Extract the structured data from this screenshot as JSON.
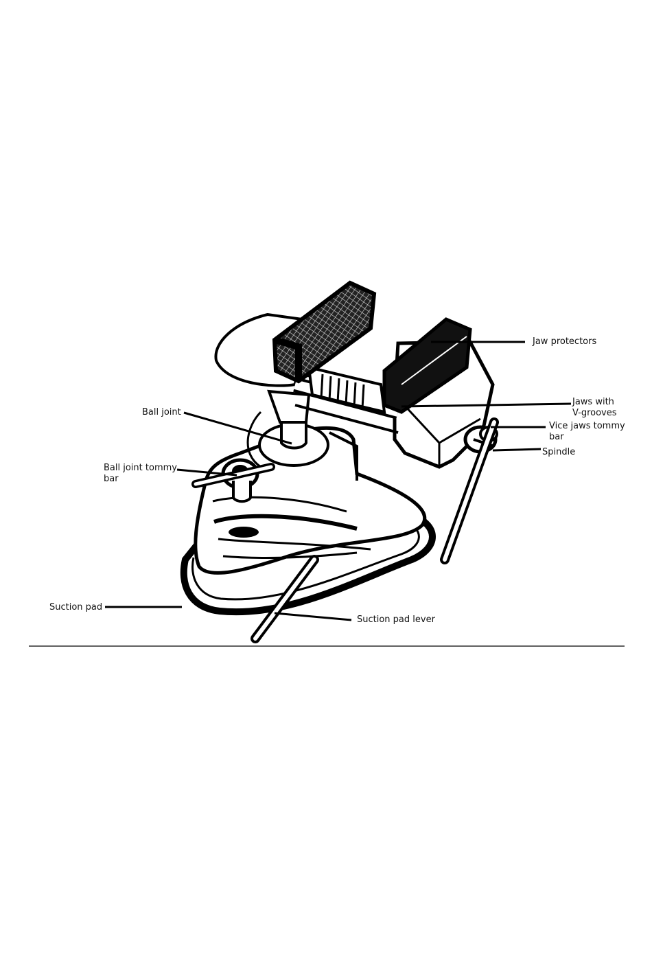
{
  "labels": {
    "jaw_protectors": "Jaw protectors",
    "jaws_with_vgrooves_line1": "Jaws with",
    "jaws_with_vgrooves_line2": "V-grooves",
    "vice_jaws_tommy_bar_line1": "Vice jaws tommy",
    "vice_jaws_tommy_bar_line2": "bar",
    "spindle": "Spindle",
    "ball_joint": "Ball joint",
    "ball_joint_tommy_bar_line1": "Ball joint tommy",
    "ball_joint_tommy_bar_line2": "bar",
    "suction_pad": "Suction pad",
    "suction_pad_lever": "Suction pad lever"
  },
  "colors": {
    "line": "#000000",
    "background": "#ffffff"
  }
}
